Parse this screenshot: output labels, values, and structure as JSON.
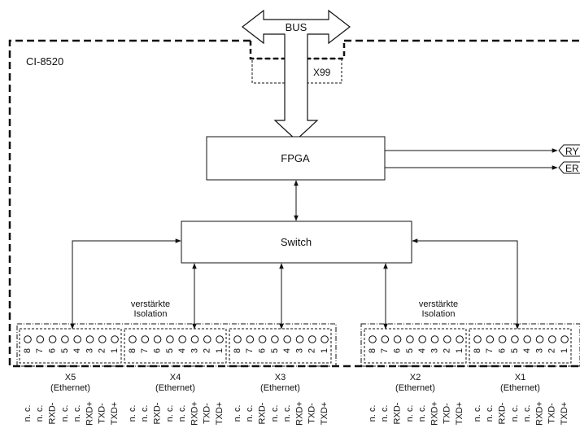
{
  "device": {
    "name": "CI-8520"
  },
  "bus": {
    "label": "BUS",
    "connector": "X99"
  },
  "fpga": {
    "label": "FPGA",
    "outputs": [
      "RY",
      "ER"
    ]
  },
  "switch": {
    "label": "Switch"
  },
  "isolation": {
    "left": [
      "verstärkte",
      "Isolation"
    ],
    "right": [
      "verstärkte",
      "Isolation"
    ]
  },
  "pin_numbers": [
    "8",
    "7",
    "6",
    "5",
    "4",
    "3",
    "2",
    "1"
  ],
  "connectors": [
    {
      "id": "X5",
      "type": "(Ethernet)",
      "signals": [
        "n. c.",
        "n. c.",
        "RXD-",
        "n. c.",
        "n. c.",
        "RXD+",
        "TXD-",
        "TXD+"
      ]
    },
    {
      "id": "X4",
      "type": "(Ethernet)",
      "signals": [
        "n. c.",
        "n. c.",
        "RXD-",
        "n. c.",
        "n. c.",
        "RXD+",
        "TXD-",
        "TXD+"
      ]
    },
    {
      "id": "X3",
      "type": "(Ethernet)",
      "signals": [
        "n. c.",
        "n. c.",
        "RXD-",
        "n. c.",
        "n. c.",
        "RXD+",
        "TXD-",
        "TXD+"
      ]
    },
    {
      "id": "X2",
      "type": "(Ethernet)",
      "signals": [
        "n. c.",
        "n. c.",
        "RXD-",
        "n. c.",
        "n. c.",
        "RXD+",
        "TXD-",
        "TXD+"
      ]
    },
    {
      "id": "X1",
      "type": "(Ethernet)",
      "signals": [
        "n. c.",
        "n. c.",
        "RXD-",
        "n. c.",
        "n. c.",
        "RXD+",
        "TXD-",
        "TXD+"
      ]
    }
  ]
}
